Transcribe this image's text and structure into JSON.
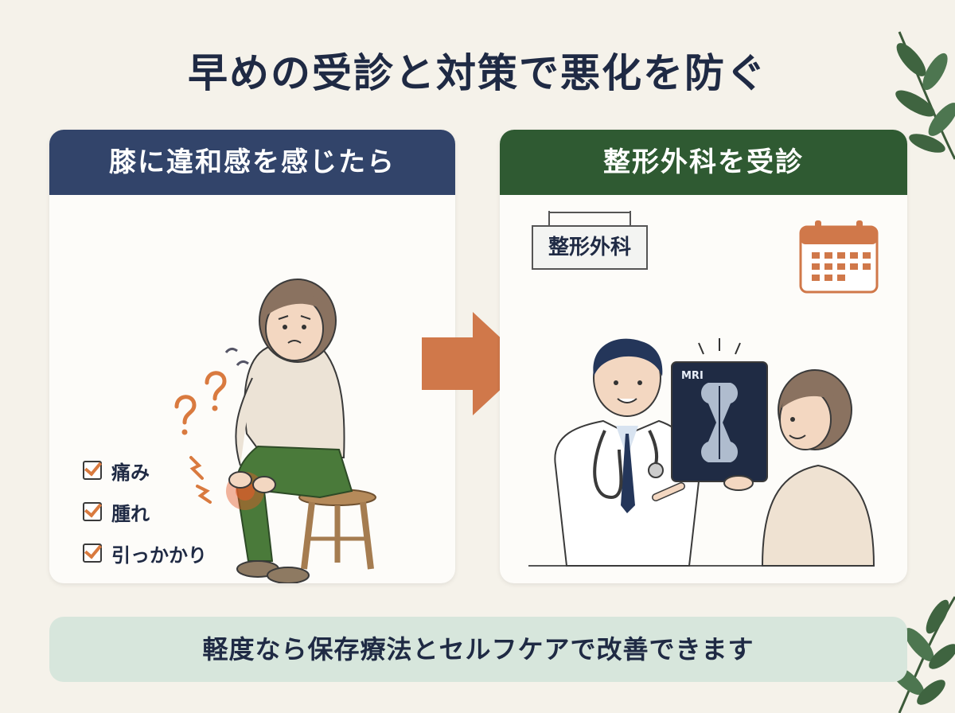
{
  "title": "早めの受診と対策で悪化を防ぐ",
  "left_card": {
    "heading": "膝に違和感を感じたら",
    "symptoms": [
      "痛み",
      "腫れ",
      "引っかかり"
    ]
  },
  "right_card": {
    "heading": "整形外科を受診",
    "sign_text": "整形外科",
    "xray_label": "MRI"
  },
  "banner": "軽度なら保存療法とセルフケアで改善できます",
  "colors": {
    "navy_header": "#32446a",
    "green_header": "#2f5a32",
    "accent_orange": "#d97a3f",
    "banner_green": "#d7e6dc",
    "background": "#f5f2ea"
  },
  "icons": [
    "worried-woman-illustration",
    "question-mark-icon",
    "checkbox-icon",
    "calendar-icon",
    "doctor-illustration",
    "mri-image",
    "patient-illustration",
    "arrow-right-icon",
    "leaf-decoration"
  ]
}
